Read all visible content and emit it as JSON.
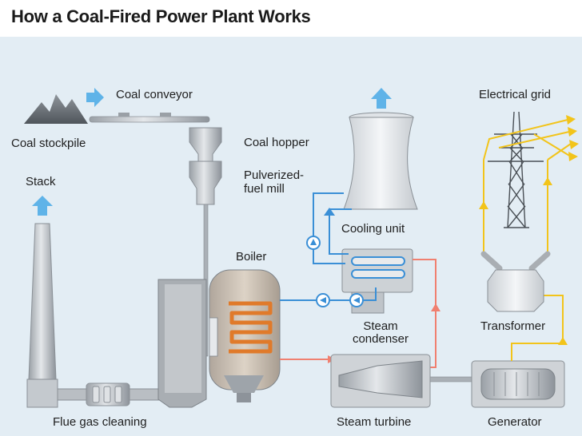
{
  "title": "How a Coal-Fired Power Plant Works",
  "labels": {
    "coal_conveyor": "Coal conveyor",
    "coal_stockpile": "Coal stockpile",
    "coal_hopper": "Coal hopper",
    "pulverized_mill_line1": "Pulverized-",
    "pulverized_mill_line2": "fuel mill",
    "stack": "Stack",
    "boiler": "Boiler",
    "cooling_unit": "Cooling unit",
    "steam_condenser_line1": "Steam",
    "steam_condenser_line2": "condenser",
    "electrical_grid": "Electrical grid",
    "transformer": "Transformer",
    "flue_gas_cleaning": "Flue gas cleaning",
    "steam_turbine": "Steam turbine",
    "generator": "Generator"
  },
  "colors": {
    "background": "#e3edf4",
    "equipment": "#c8ccd0",
    "equipment_dark": "#9ea4aa",
    "water_flow": "#3a8fd6",
    "steam_flow": "#f08070",
    "power_flow": "#f2c41a",
    "heat": "#e07a2a",
    "air_arrow": "#5fb3e8"
  }
}
